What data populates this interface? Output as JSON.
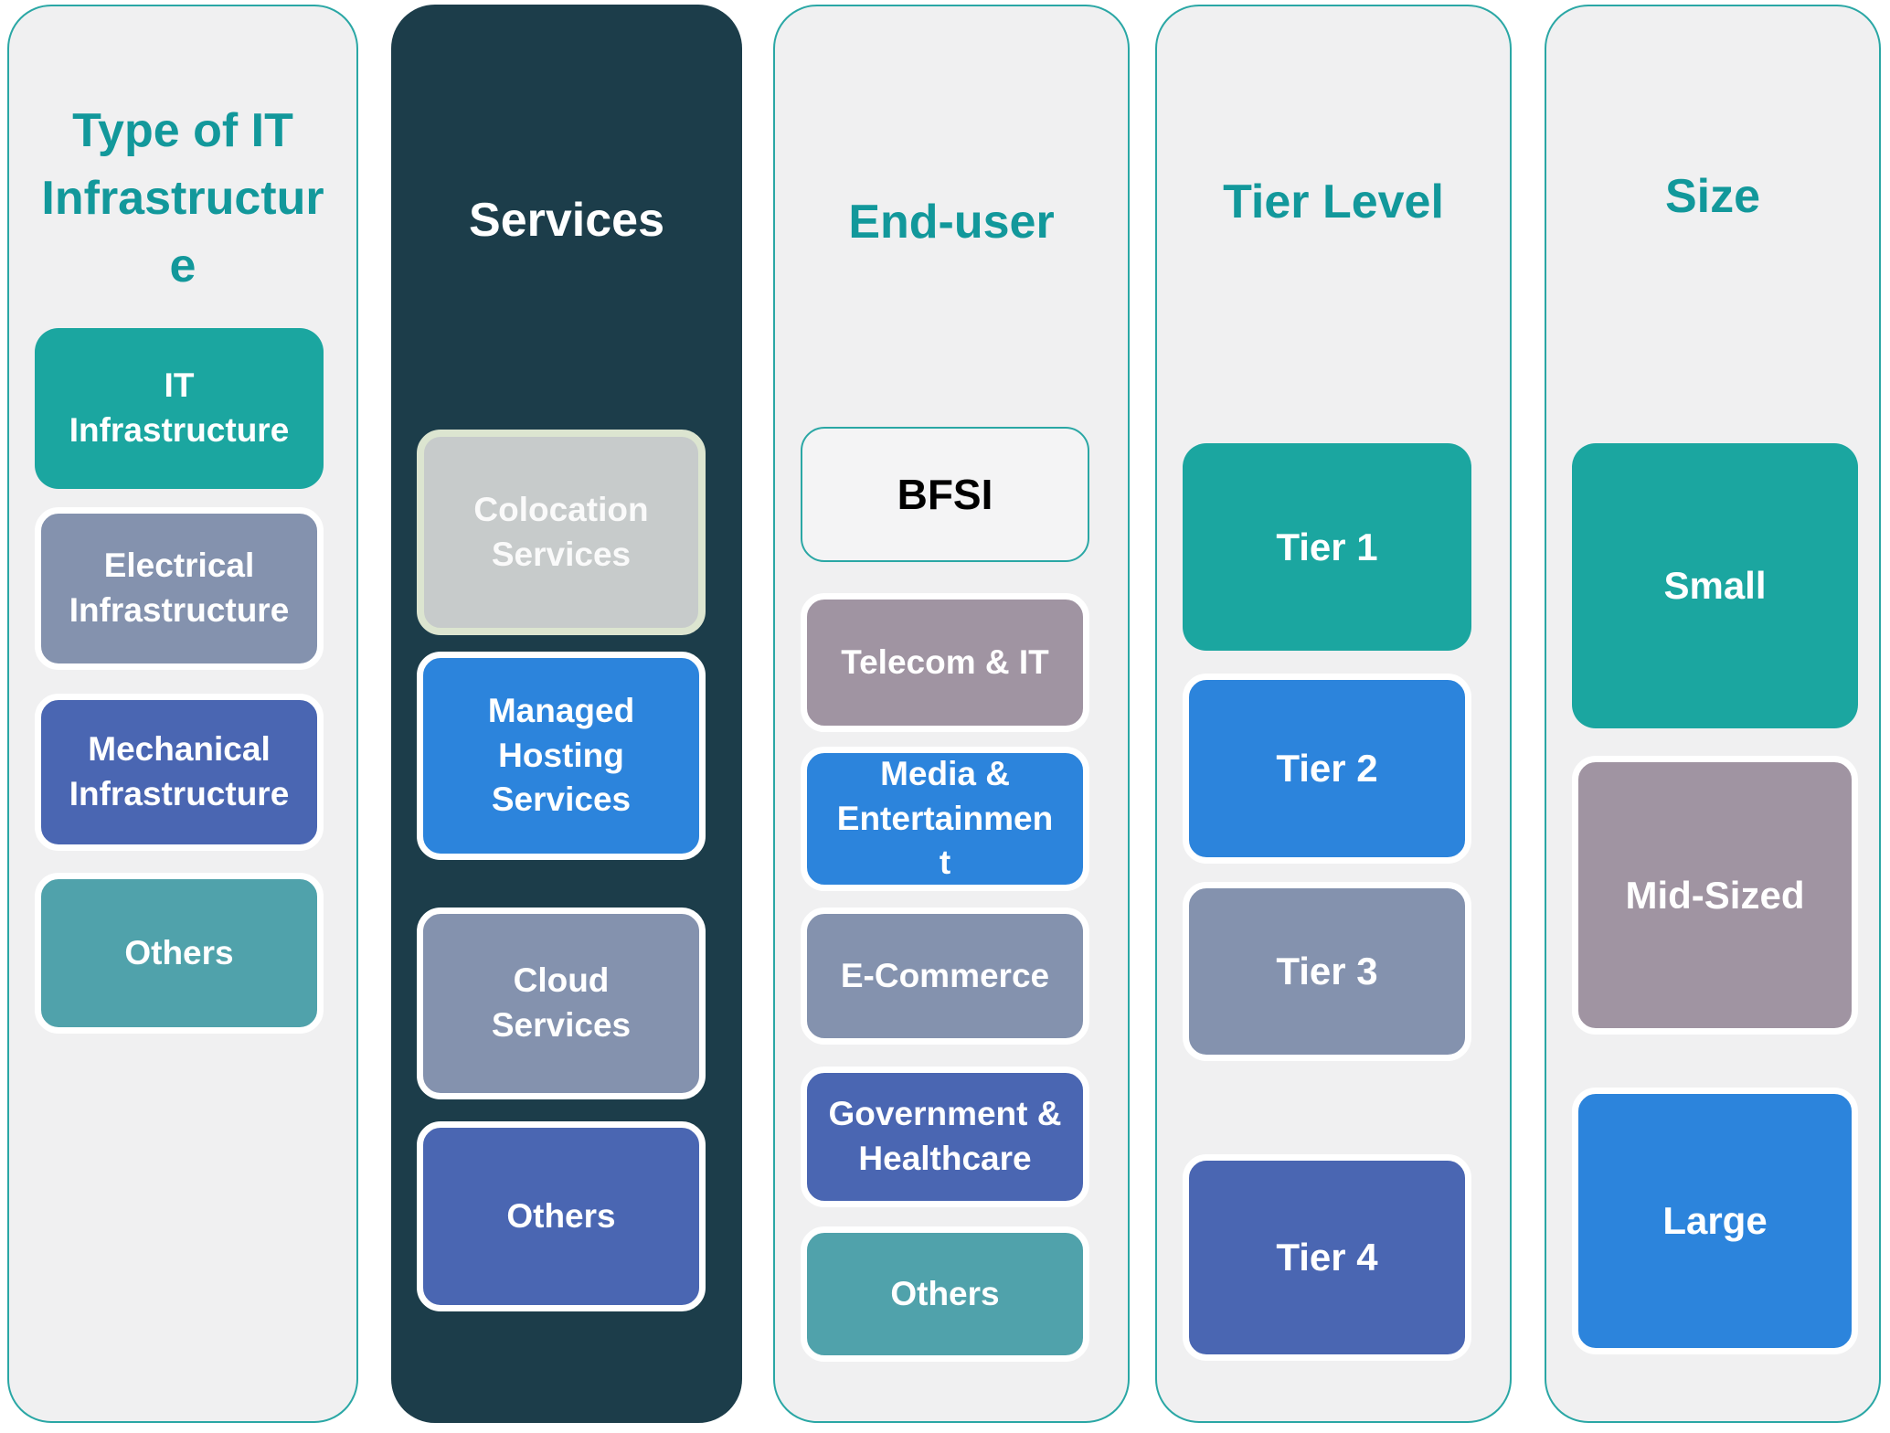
{
  "palette": {
    "page_background": "#FFFFFF",
    "column_light_background": "#F0F0F1",
    "column_dark_background": "#1C3D4A",
    "column_border_teal": "#2AA7A5",
    "header_teal": "#12989B",
    "box_teal": "#1BA6A0",
    "box_slate_blue": "#8492AE",
    "box_indigo_blue": "#4A66B2",
    "box_muted_teal": "#50A2AB",
    "box_bright_blue": "#2C84DC",
    "box_silver": "#C7CBCB",
    "box_silver_border": "#DCE5D0",
    "box_mauve": "#A094A2",
    "box_text_white": "#FFFFFF",
    "bfsi_text_black": "#000000"
  },
  "columns": [
    {
      "header": "Type of IT Infrastructure",
      "theme": "light",
      "items": [
        {
          "label": "IT Infrastructure",
          "variant": "teal"
        },
        {
          "label": "Electrical Infrastructure",
          "variant": "slate"
        },
        {
          "label": "Mechanical Infrastructure",
          "variant": "indigo"
        },
        {
          "label": "Others",
          "variant": "muted-teal"
        }
      ]
    },
    {
      "header": "Services",
      "theme": "dark",
      "items": [
        {
          "label": "Colocation Services",
          "variant": "silver"
        },
        {
          "label": "Managed Hosting Services",
          "variant": "bright-blue"
        },
        {
          "label": "Cloud Services",
          "variant": "slate"
        },
        {
          "label": "Others",
          "variant": "indigo"
        }
      ]
    },
    {
      "header": "End-user",
      "theme": "light",
      "items": [
        {
          "label": "BFSI",
          "variant": "outline"
        },
        {
          "label": "Telecom & IT",
          "variant": "mauve"
        },
        {
          "label": "Media & Entertainment",
          "variant": "bright-blue"
        },
        {
          "label": "E-Commerce",
          "variant": "slate"
        },
        {
          "label": "Government & Healthcare",
          "variant": "indigo"
        },
        {
          "label": "Others",
          "variant": "muted-teal"
        }
      ]
    },
    {
      "header": "Tier Level",
      "theme": "light",
      "items": [
        {
          "label": "Tier 1",
          "variant": "teal"
        },
        {
          "label": "Tier 2",
          "variant": "bright-blue"
        },
        {
          "label": "Tier 3",
          "variant": "slate"
        },
        {
          "label": "Tier 4",
          "variant": "indigo"
        }
      ]
    },
    {
      "header": "Size",
      "theme": "light",
      "items": [
        {
          "label": "Small",
          "variant": "teal"
        },
        {
          "label": "Mid-Sized",
          "variant": "mauve"
        },
        {
          "label": "Large",
          "variant": "bright-blue"
        }
      ]
    }
  ]
}
